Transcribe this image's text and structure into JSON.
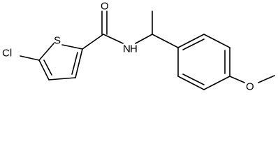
{
  "molecule": {
    "atoms": {
      "chlorine": "Cl",
      "sulfur": "S",
      "oxygen_carbonyl": "O",
      "nitrogen_amide": "N",
      "hydrogen_amide": "H",
      "oxygen_methoxy": "O"
    }
  }
}
